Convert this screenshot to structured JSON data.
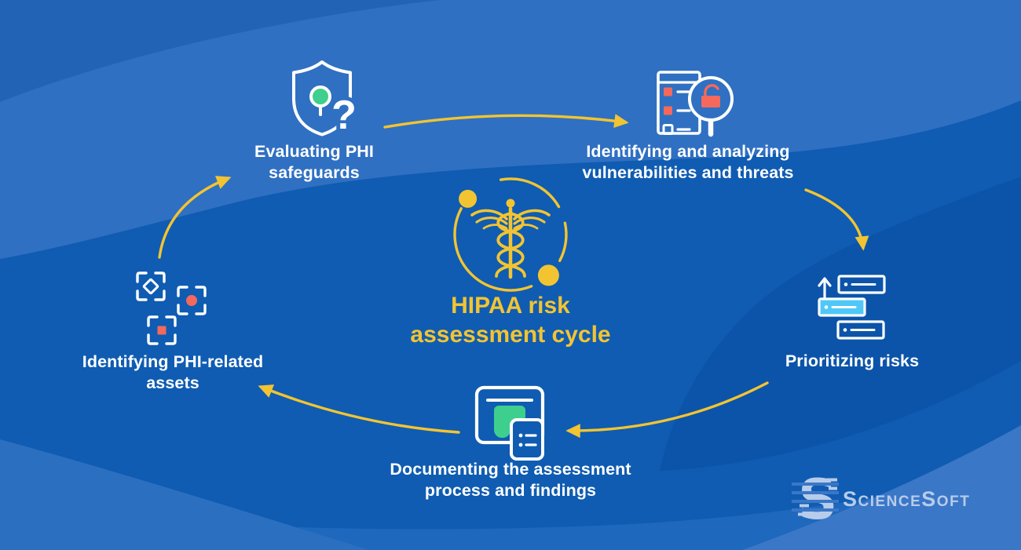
{
  "center": {
    "title_line1": "HIPAA risk",
    "title_line2": "assessment cycle",
    "icon": "caduceus-icon"
  },
  "stages": {
    "evaluating": {
      "line1": "Evaluating PHI",
      "line2": "safeguards",
      "icon": "shield-question-icon"
    },
    "vulnerabilities": {
      "line1": "Identifying and analyzing",
      "line2": "vulnerabilities and threats",
      "icon": "checklist-magnifier-lock-icon"
    },
    "prioritizing": {
      "line1": "Prioritizing risks",
      "icon": "priority-bars-icon"
    },
    "documenting": {
      "line1": "Documenting the assessment",
      "line2": "process and findings",
      "icon": "document-notes-icon"
    },
    "assets": {
      "line1": "Identifying PHI-related",
      "line2": "assets",
      "icon": "scan-assets-icon"
    }
  },
  "glyphs": {
    "question_mark": "?"
  },
  "logo": {
    "name": "ScienceSoft"
  },
  "colors": {
    "background_base": "#0F5CB2",
    "wave_light": "#2F70C2",
    "wave_top_corner": "#2263B6",
    "wave_dark": "#0B54A9",
    "wave_bottom": "#1E68BD",
    "wave_corner_light": "#3B77C7",
    "accent_yellow": "#F2C432",
    "label_white": "#FFFFFF",
    "icon_green": "#3ECF8E",
    "icon_red": "#F4695B",
    "icon_cyan": "#4FC8F8",
    "logo_blue": "#B7CCEB"
  }
}
